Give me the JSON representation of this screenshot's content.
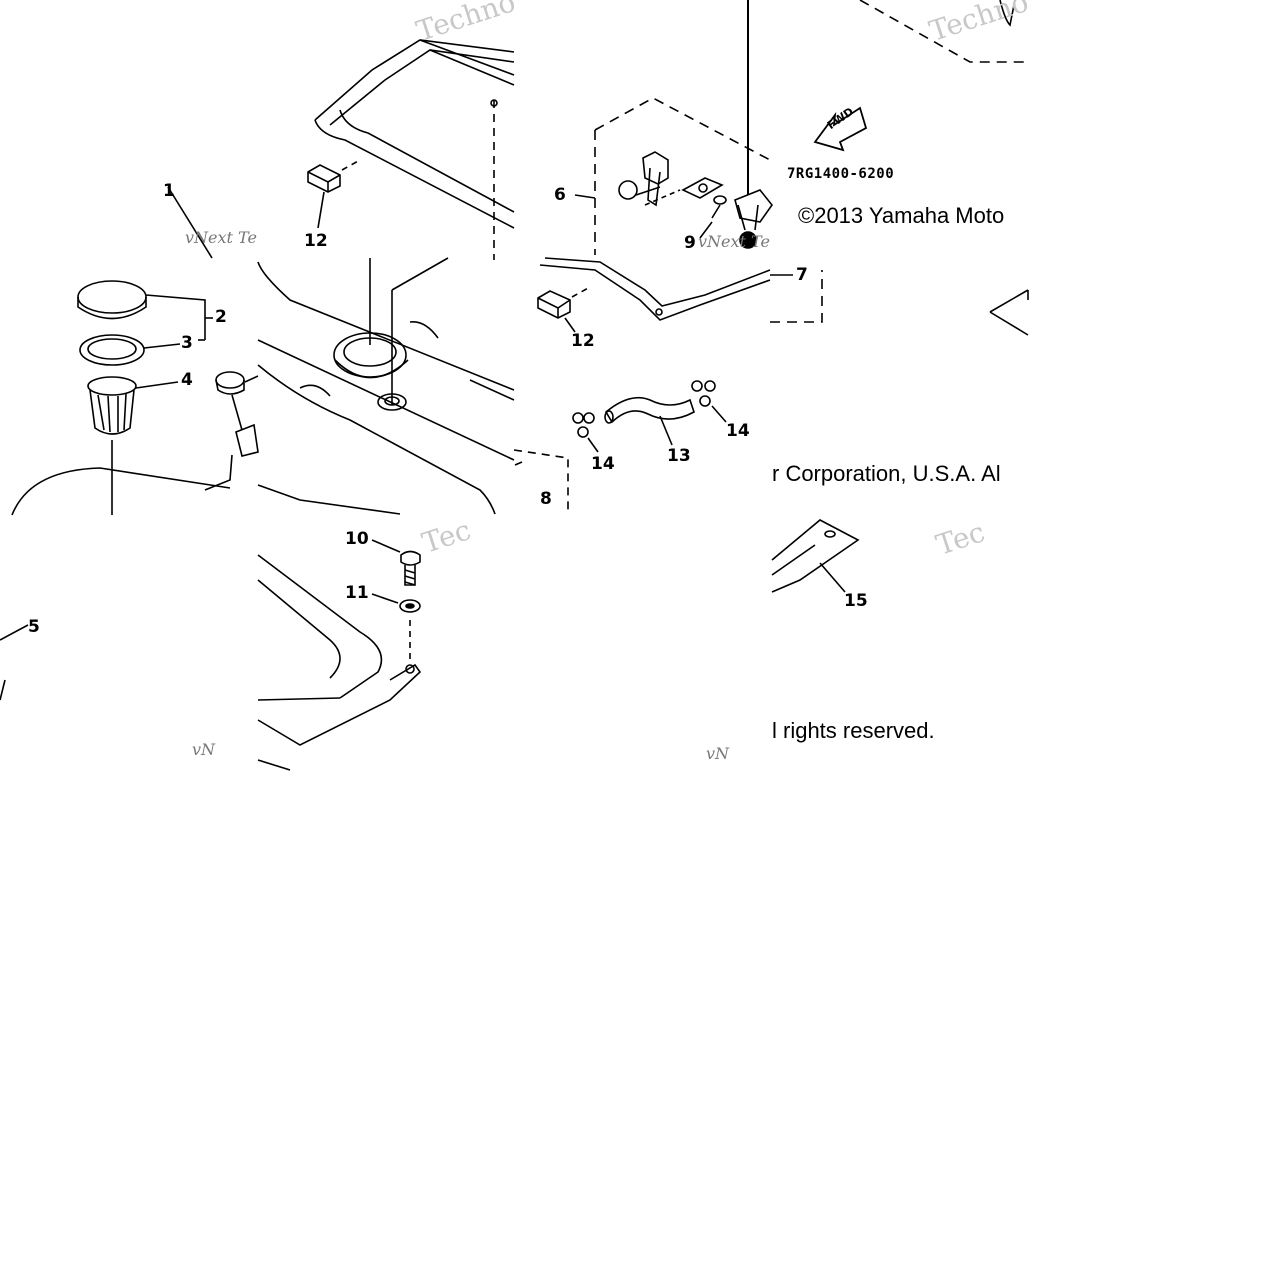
{
  "drawing_code": "7RG1400-6200",
  "forward_label": "FWD",
  "copyright": {
    "line1": "©2013 Yamaha Moto",
    "line2": "r Corporation, U.S.A. Al",
    "line3": "l rights reserved."
  },
  "callouts": {
    "c1": "1",
    "c2": "2",
    "c3": "3",
    "c4": "4",
    "c5": "5",
    "c6": "6",
    "c7": "7",
    "c8": "8",
    "c9": "9",
    "c10": "10",
    "c11": "11",
    "c12a": "12",
    "c12b": "12",
    "c13": "13",
    "c14a": "14",
    "c14b": "14",
    "c15": "15"
  },
  "watermarks": {
    "tech1": "Techno",
    "tech2": "Techno",
    "tech3": "Tec",
    "tech4": "Tec",
    "vnext1": "vNext Te",
    "vnext2": "vNext Te",
    "vnext3": "vN",
    "vnext4": "vN"
  },
  "colors": {
    "ink": "#000000",
    "watermark": "#c8c8c8",
    "background": "#ffffff"
  }
}
